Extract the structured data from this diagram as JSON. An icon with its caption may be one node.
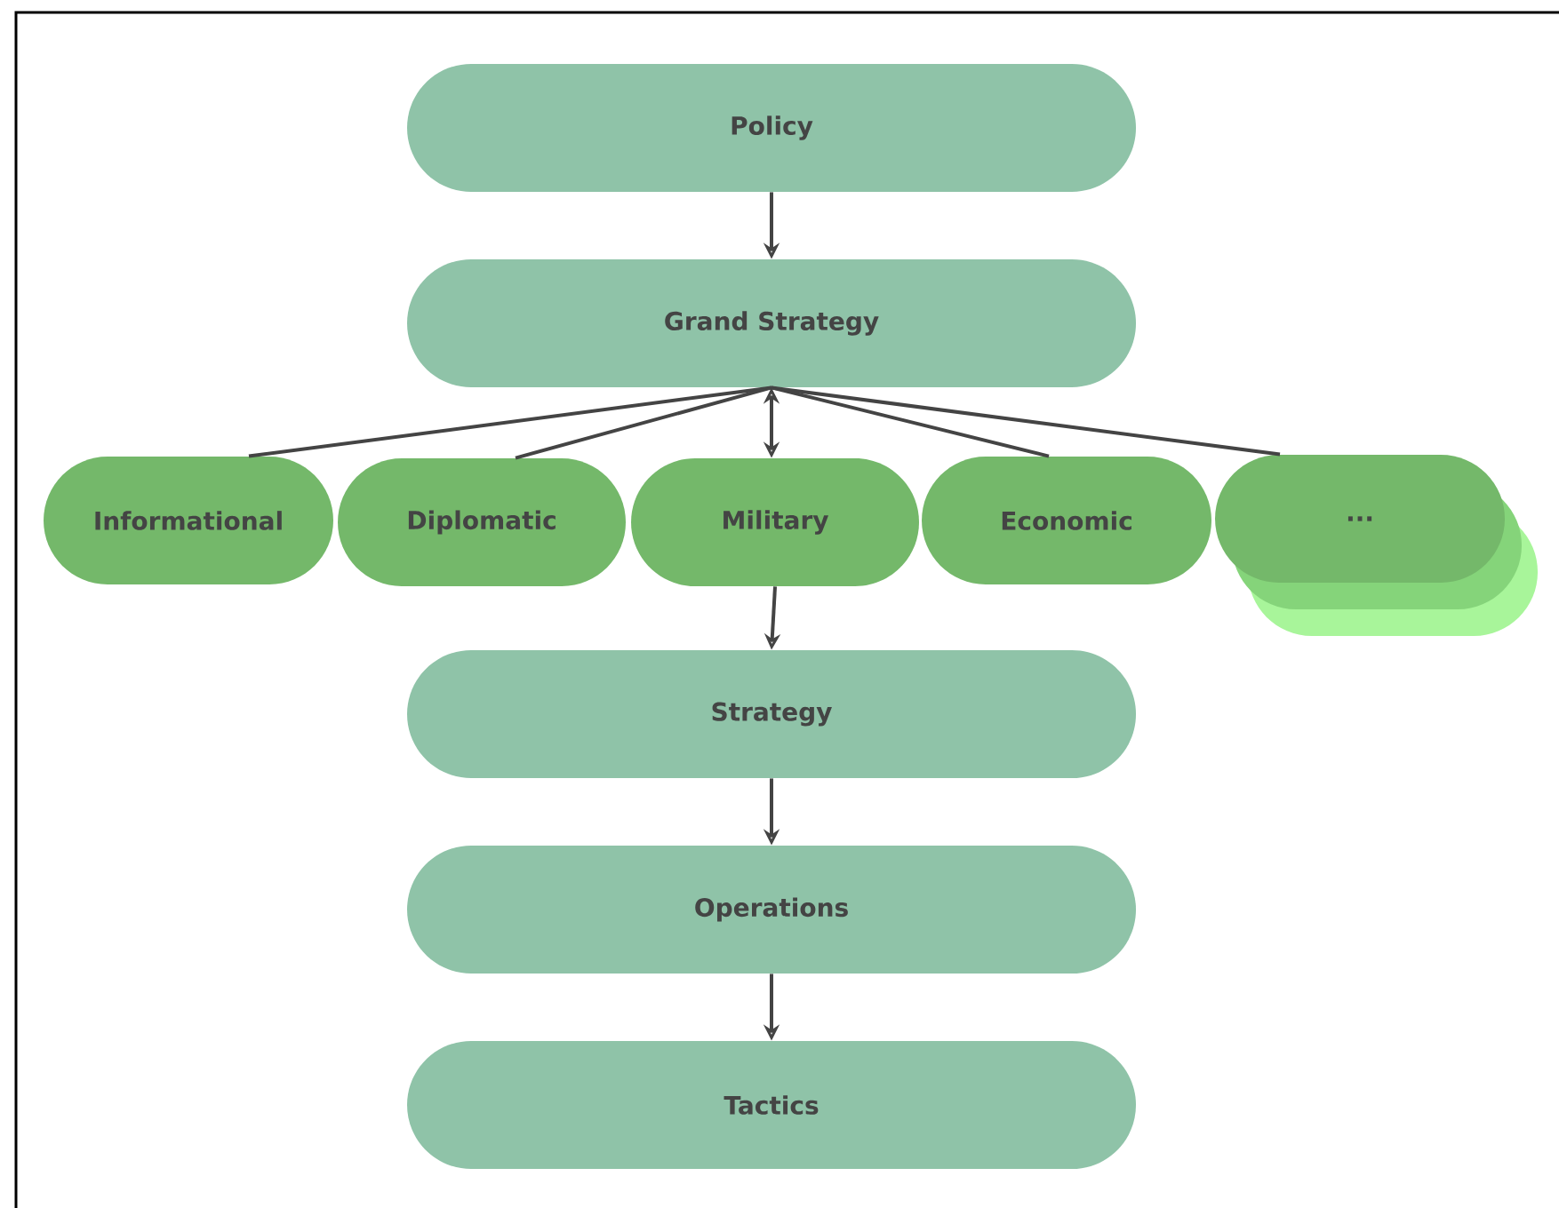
{
  "diagram": {
    "nodes": [
      {
        "text": [
          "Policy"
        ]
      },
      {
        "text": [
          "Grand Strategy"
        ]
      },
      {
        "text": [
          "Informational"
        ]
      },
      {
        "text": [
          "Diplomatic"
        ]
      },
      {
        "text": [
          "Military"
        ]
      },
      {
        "text": [
          "Economic"
        ]
      },
      {
        "text": [
          "..."
        ]
      },
      {
        "text": [
          "Strategy"
        ]
      },
      {
        "text": [
          "Operations"
        ]
      },
      {
        "text": [
          "Tactics"
        ]
      }
    ],
    "edges": [
      {
        "from": 0,
        "to": 1,
        "arrow": "to"
      },
      {
        "from": 1,
        "to": 2,
        "arrow": "none"
      },
      {
        "from": 1,
        "to": 3,
        "arrow": "none"
      },
      {
        "from": 1,
        "to": 4,
        "arrow": "both"
      },
      {
        "from": 1,
        "to": 5,
        "arrow": "none"
      },
      {
        "from": 1,
        "to": 6,
        "arrow": "none"
      },
      {
        "from": 4,
        "to": 7,
        "arrow": "to"
      },
      {
        "from": 7,
        "to": 8,
        "arrow": "to"
      },
      {
        "from": 8,
        "to": 9,
        "arrow": "to"
      }
    ]
  }
}
